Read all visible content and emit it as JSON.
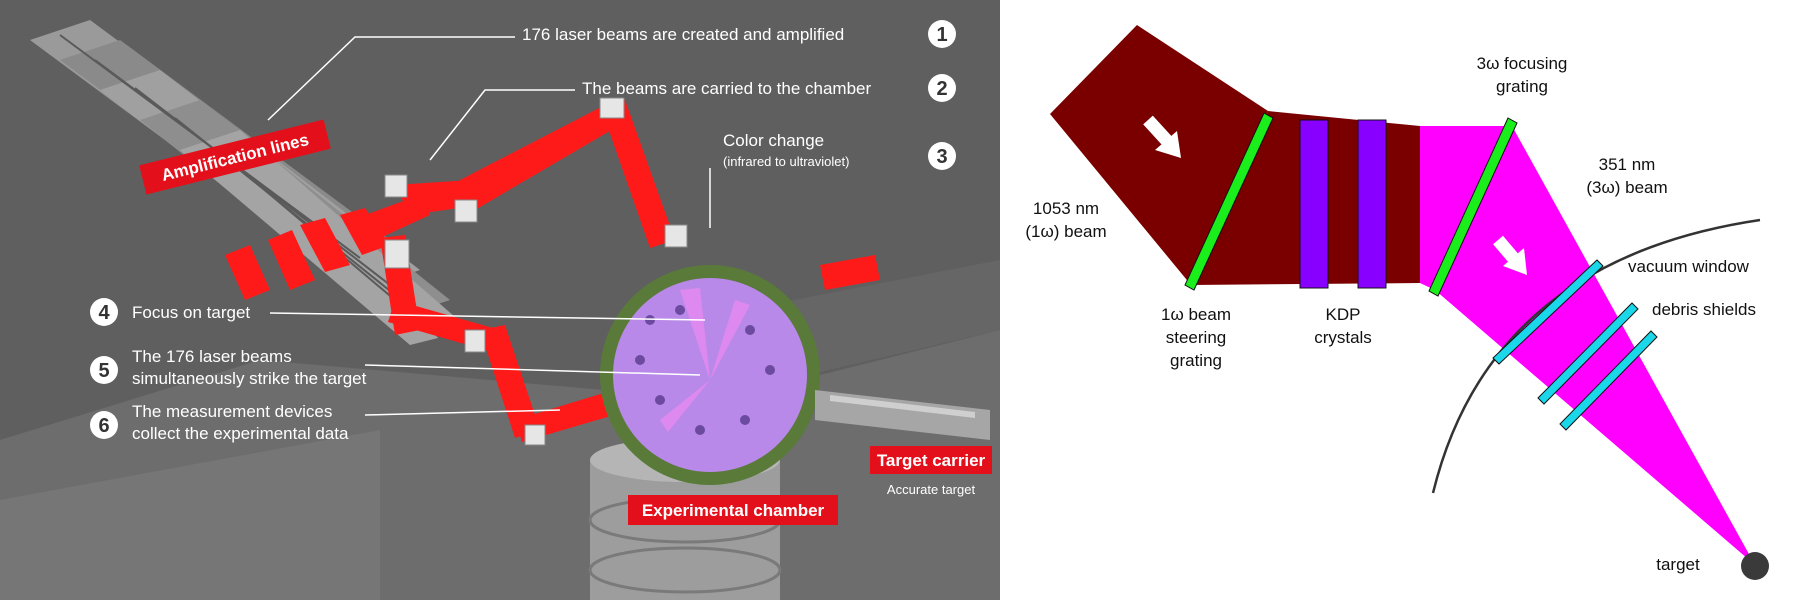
{
  "left": {
    "steps": [
      {
        "num": "1",
        "text": "176 laser beams are created and amplified"
      },
      {
        "num": "2",
        "text": "The beams are carried to the chamber"
      },
      {
        "num": "3",
        "text": "Color change",
        "sub": "(infrared to ultraviolet)"
      },
      {
        "num": "4",
        "text": "Focus on target"
      },
      {
        "num": "5",
        "line1": "The 176 laser beams",
        "line2": "simultaneously strike the target"
      },
      {
        "num": "6",
        "line1": "The measurement devices",
        "line2": "collect the experimental data"
      }
    ],
    "labels": {
      "amplification": "Amplification lines",
      "chamber": "Experimental chamber",
      "carrier": "Target carrier",
      "carrier_sub": "Accurate target"
    },
    "colors": {
      "beam": "#ff1a1a",
      "label_bg": "#e3101b",
      "chamber": "#b889e8",
      "background": "#5f5f5f"
    }
  },
  "right": {
    "labels": {
      "beam_in_1": "1053 nm",
      "beam_in_2": "(1ω) beam",
      "grating1_1": "1ω beam",
      "grating1_2": "steering",
      "grating1_3": "grating",
      "kdp_1": "KDP",
      "kdp_2": "crystals",
      "grating3_1": "3ω focusing",
      "grating3_2": "grating",
      "beam_out_1": "351 nm",
      "beam_out_2": "(3ω) beam",
      "vacuum": "vacuum window",
      "debris": "debris shields",
      "target": "target"
    },
    "colors": {
      "ir_beam": "#7a0000",
      "uv_beam": "#ff00ff",
      "grating": "#1bef1b",
      "kdp": "#8800ff",
      "window": "#1ad8ea",
      "target": "#3a3a3a"
    }
  }
}
